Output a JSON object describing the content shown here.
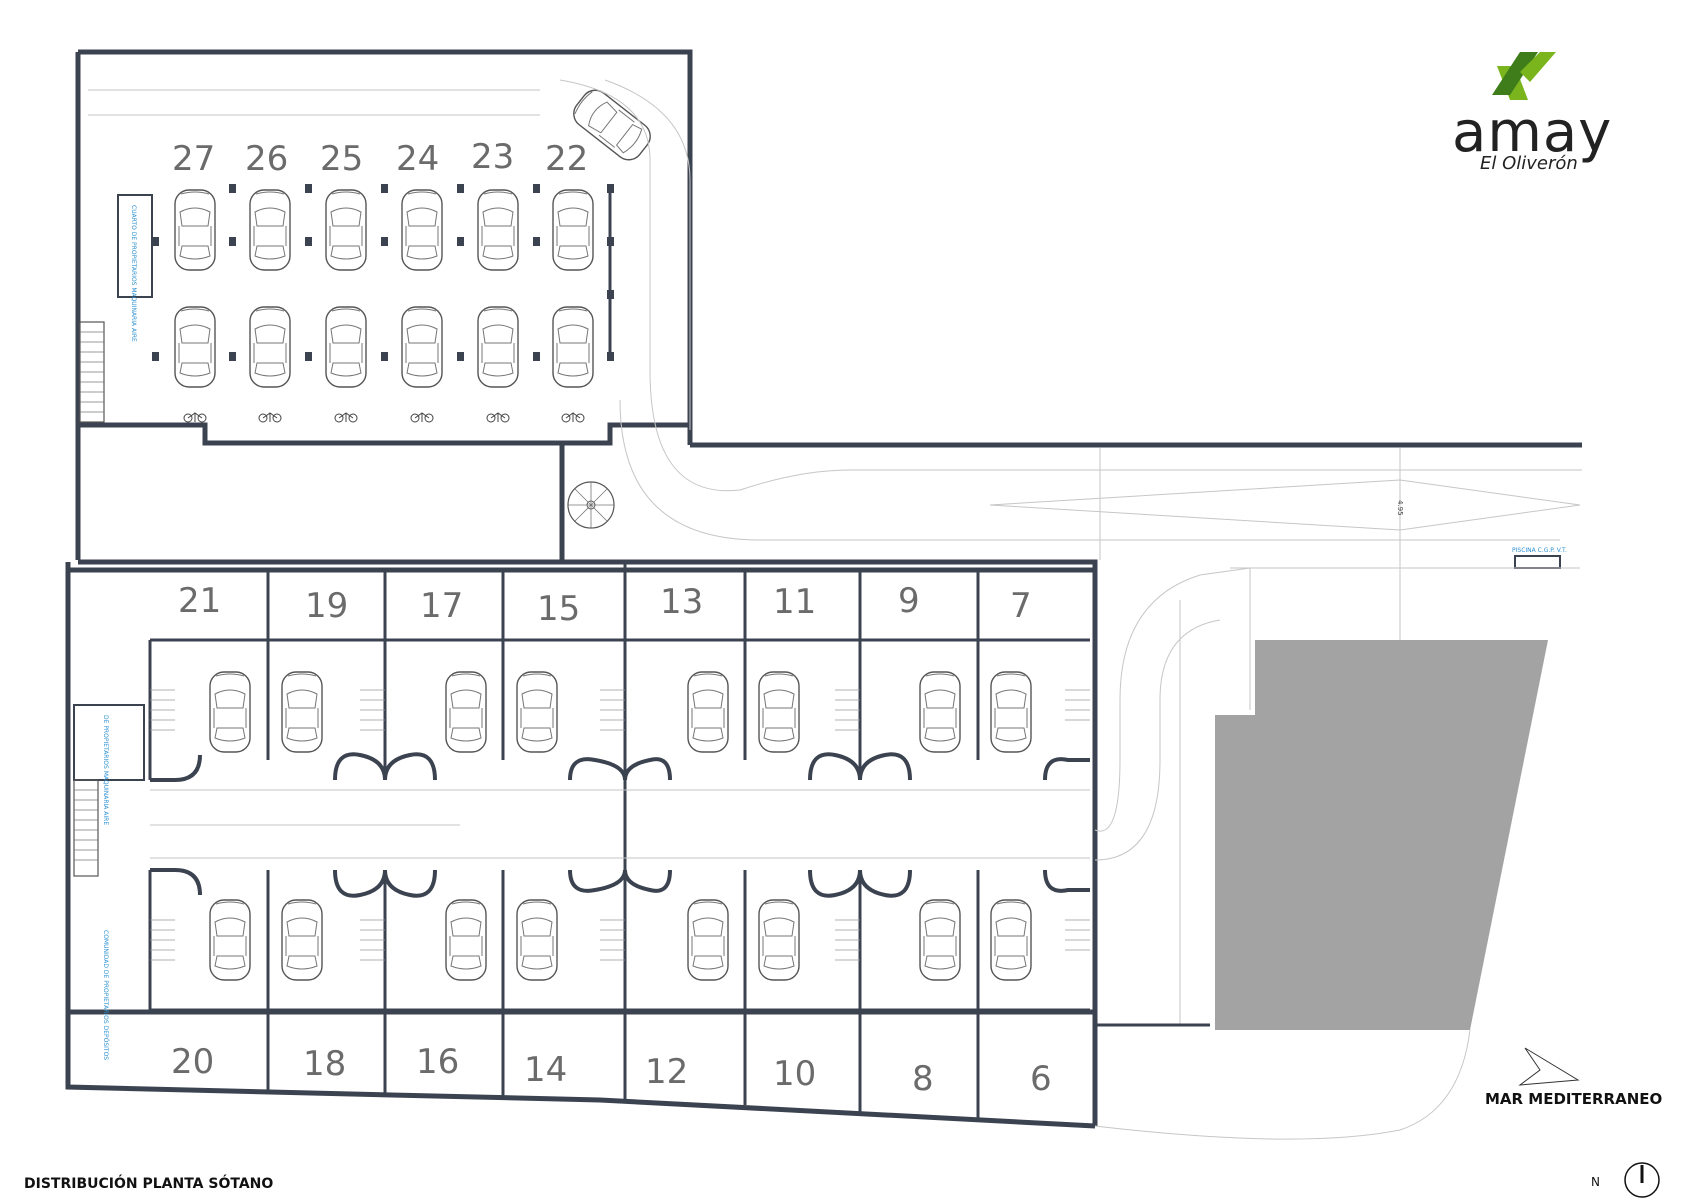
{
  "brand": {
    "name": "amay",
    "subtitle": "El Oliverón",
    "accent_color": "#7ab51d",
    "accent_dark": "#3f7d1a"
  },
  "caption": "DISTRIBUCIÓN PLANTA SÓTANO",
  "sea_label": "MAR MEDITERRANEO",
  "north_label": "N",
  "dimension_label": "4.95",
  "small_labels": {
    "room_top": "CUARTO DE PROPIETARIOS MAQUINARIA AIRE",
    "room_mid": "DE PROPIETARIOS MAQUINARIA AIRE",
    "room_bottom": "COMUNIDAD DE PROPIETARIOS DEPÓSITOS",
    "meter": "PISCINA C.G.P. V.T."
  },
  "spaces": {
    "upper_row": [
      "27",
      "26",
      "25",
      "24",
      "23",
      "22"
    ],
    "middle_row": [
      "21",
      "19",
      "17",
      "15",
      "13",
      "11",
      "9",
      "7"
    ],
    "lower_row": [
      "20",
      "18",
      "16",
      "14",
      "12",
      "10",
      "8",
      "6"
    ]
  }
}
